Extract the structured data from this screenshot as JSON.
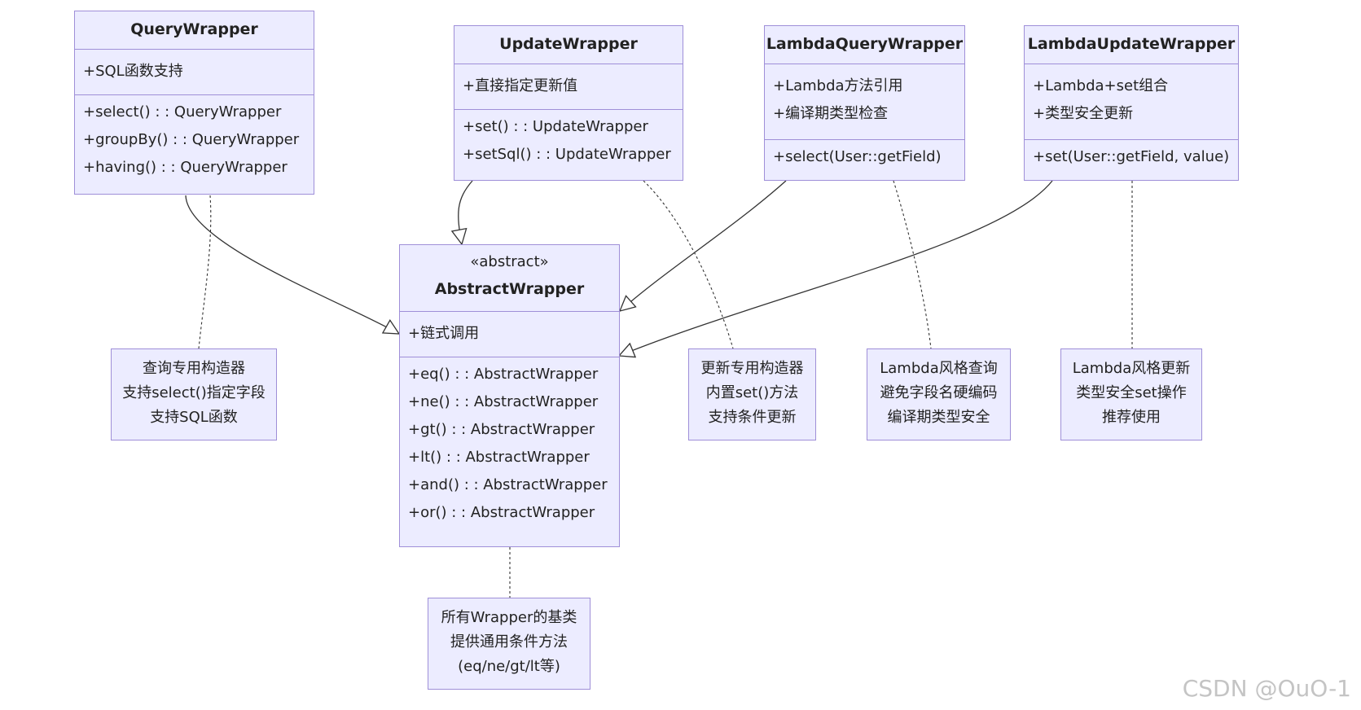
{
  "classes": {
    "query": {
      "name": "QueryWrapper",
      "attrs": [
        "+SQL函数支持"
      ],
      "methods": [
        "+select() : : QueryWrapper",
        "+groupBy() : : QueryWrapper",
        "+having() : : QueryWrapper"
      ]
    },
    "update": {
      "name": "UpdateWrapper",
      "attrs": [
        "+直接指定更新值"
      ],
      "methods": [
        "+set() : : UpdateWrapper",
        "+setSql() : : UpdateWrapper"
      ]
    },
    "lquery": {
      "name": "LambdaQueryWrapper",
      "attrs": [
        "+Lambda方法引用",
        "+编译期类型检查"
      ],
      "methods": [
        "+select(User::getField)"
      ]
    },
    "lupdate": {
      "name": "LambdaUpdateWrapper",
      "attrs": [
        "+Lambda+set组合",
        "+类型安全更新"
      ],
      "methods": [
        "+set(User::getField, value)"
      ]
    },
    "abstract": {
      "stereotype": "«abstract»",
      "name": "AbstractWrapper",
      "attrs": [
        "+链式调用"
      ],
      "methods": [
        "+eq() : : AbstractWrapper",
        "+ne() : : AbstractWrapper",
        "+gt() : : AbstractWrapper",
        "+lt() : : AbstractWrapper",
        "+and() : : AbstractWrapper",
        "+or() : : AbstractWrapper"
      ]
    }
  },
  "notes": {
    "query": [
      "查询专用构造器",
      "支持select()指定字段",
      "支持SQL函数"
    ],
    "update": [
      "更新专用构造器",
      "内置set()方法",
      "支持条件更新"
    ],
    "lquery": [
      "Lambda风格查询",
      "避免字段名硬编码",
      "编译期类型安全"
    ],
    "lupdate": [
      "Lambda风格更新",
      "类型安全set操作",
      "推荐使用"
    ],
    "abstract": [
      "所有Wrapper的基类",
      "提供通用条件方法",
      "(eq/ne/gt/lt等)"
    ]
  },
  "watermark": "CSDN @OuO-1",
  "colors": {
    "fill": "#ececff",
    "border": "#9f8fd8",
    "edge": "#333333"
  }
}
